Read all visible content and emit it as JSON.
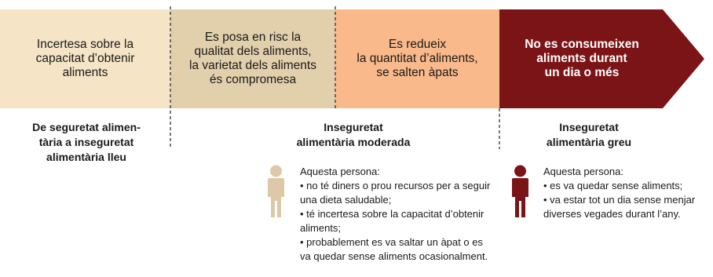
{
  "colors": {
    "band_1": "#f5e5c6",
    "band_2": "#e2d0ad",
    "band_3": "#f9b98a",
    "band_4": "#7b1416",
    "moderate_person": "#ddc9a7",
    "severe_person": "#7b1416"
  },
  "bands": [
    {
      "text": "Incertesa sobre la\ncapacitat d’obtenir\naliments"
    },
    {
      "text": "Es posa en risc la\nqualitat dels aliments,\nla varietat dels aliments\nés compromesa"
    },
    {
      "text": "Es redueix\nla quantitat d’aliments,\nse salten àpats"
    },
    {
      "text": "No es consumeixen\naliments durant\nun dia o més"
    }
  ],
  "categories": {
    "mild": {
      "label": "De seguretat alimen-\ntària a inseguretat\nalimentària lleu"
    },
    "moderate": {
      "label": "Inseguretat\nalimentària moderada",
      "icon": "person-icon",
      "intro": "Aquesta persona:",
      "bullets": [
        "no té diners o prou recursos per a seguir una dieta saludable;",
        "té incertesa sobre la capacitat d’obtenir aliments;",
        "probablement es va saltar un àpat o es va quedar sense aliments ocasionalment."
      ]
    },
    "severe": {
      "label": "Inseguretat\nalimentària greu",
      "icon": "person-icon",
      "intro": "Aquesta persona:",
      "bullets": [
        "es va quedar sense aliments;",
        "va estar tot un dia sense menjar diverses vegades durant l’any."
      ]
    }
  }
}
